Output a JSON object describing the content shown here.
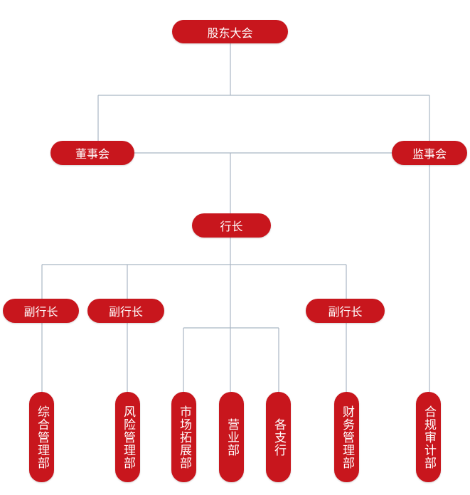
{
  "chart": {
    "root": "股东大会",
    "board": "董事会",
    "supervisors": "监事会",
    "president": "行长",
    "vice_presidents": [
      "副行长",
      "副行长",
      "副行长"
    ],
    "departments": {
      "composite": "综合管理部",
      "risk": "风险管理部",
      "market": "市场拓展部",
      "operations": "营业部",
      "branches": "各支行",
      "finance": "财务管理部",
      "audit": "合规审计部"
    }
  },
  "colors": {
    "node_fill": "#c8161d",
    "node_text": "#ffffff",
    "connector": "#a9b6c4",
    "background": "#ffffff"
  }
}
